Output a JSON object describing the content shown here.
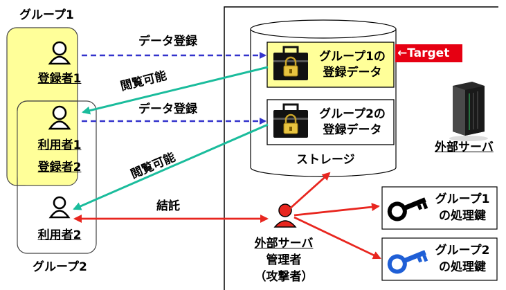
{
  "groups": {
    "group1_title": "グループ1",
    "group2_title": "グループ2"
  },
  "users": {
    "registrant1": "登録者1",
    "user1": "利用者1",
    "registrant2": "登録者2",
    "user2": "利用者2"
  },
  "arrows": {
    "data_register_1": "データ登録",
    "data_register_2": "データ登録",
    "view_1": "閲覧可能",
    "view_2": "閲覧可能",
    "collusion": "結託"
  },
  "storage": {
    "label": "ストレージ",
    "box1_line1": "グループ1の",
    "box1_line2": "登録データ",
    "box2_line1": "グループ2の",
    "box2_line2": "登録データ",
    "target": "←Target"
  },
  "server": {
    "label": "外部サーバ"
  },
  "admin": {
    "line1": "外部サーバ",
    "line2": "管理者",
    "line3": "（攻撃者）"
  },
  "keys": {
    "key1_line1": "グループ1",
    "key1_line2": "の処理鍵",
    "key2_line1": "グループ2",
    "key2_line2": "の処理鍵"
  },
  "colors": {
    "group1_fill": "#ffff99",
    "dashed_arrow": "#3333cc",
    "view_arrow": "#1abc9c",
    "attack_arrow": "#e8261f",
    "target_bg": "#e60012",
    "admin_icon": "#e8261f",
    "key1": "#000000",
    "key2": "#1f5fd6"
  }
}
